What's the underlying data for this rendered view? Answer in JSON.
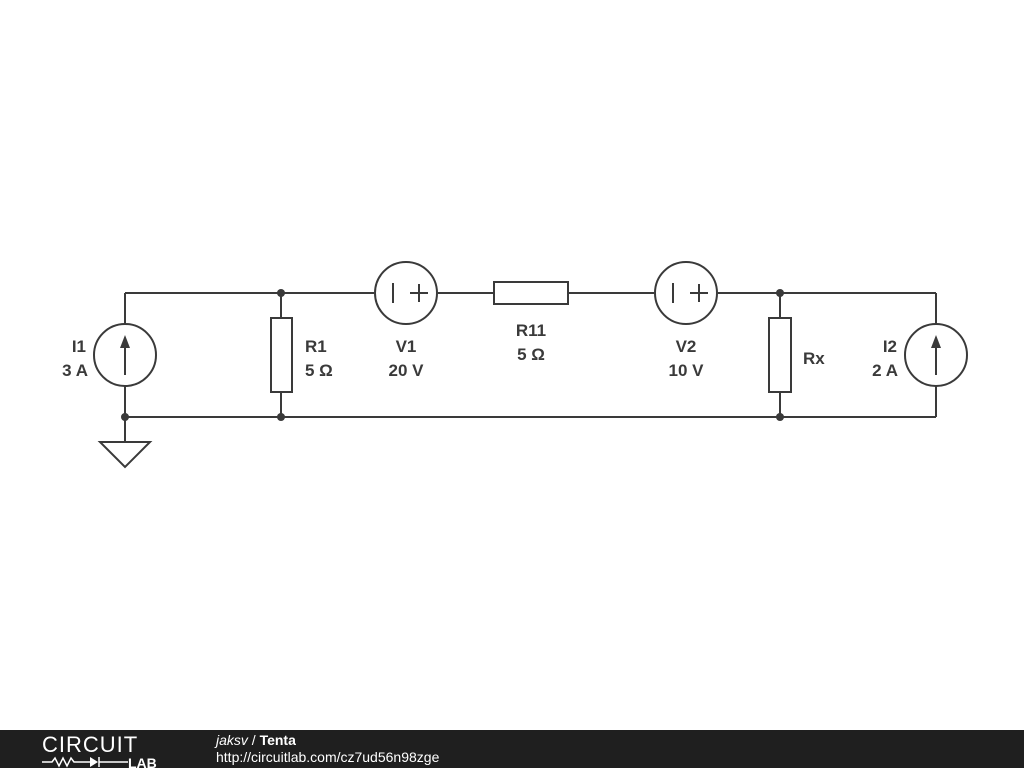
{
  "components": {
    "I1": {
      "name": "I1",
      "value": "3 A"
    },
    "R1": {
      "name": "R1",
      "value": "5 Ω"
    },
    "V1": {
      "name": "V1",
      "value": "20 V"
    },
    "R11": {
      "name": "R11",
      "value": "5 Ω"
    },
    "V2": {
      "name": "V2",
      "value": "10 V"
    },
    "Rx": {
      "name": "Rx"
    },
    "I2": {
      "name": "I2",
      "value": "2 A"
    }
  },
  "footer": {
    "logo_top": "CIRCUIT",
    "logo_bottom": "LAB",
    "author": "jaksv",
    "separator": " / ",
    "title": "Tenta",
    "url": "http://circuitlab.com/cz7ud56n98zge"
  },
  "colors": {
    "wire": "#3a3a3a",
    "footer_bg": "#1f1f1f",
    "footer_text": "#ffffff"
  }
}
